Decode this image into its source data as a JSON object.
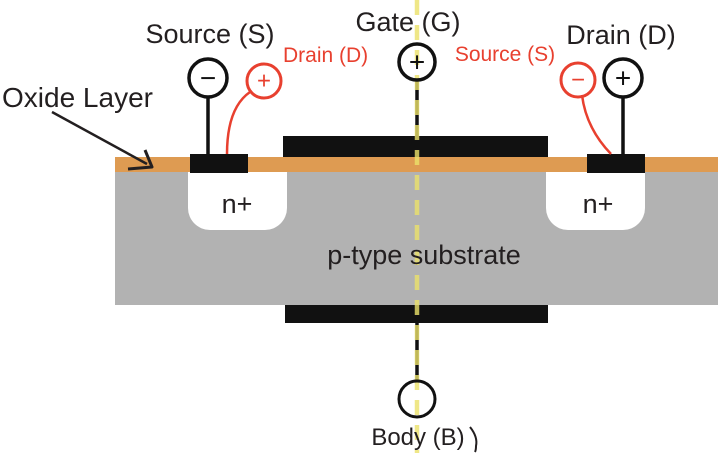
{
  "diagram": {
    "description": "n-channel MOSFET cross-section with swapped source/drain polarity annotation",
    "labels": {
      "gate": "Gate (G)",
      "source": "Source (S)",
      "drain": "Drain (D)",
      "swapped_drain": "Drain (D)",
      "swapped_source": "Source (S)",
      "oxide_layer": "Oxide Layer",
      "n_plus_left": "n+",
      "n_plus_right": "n+",
      "substrate": "p-type substrate",
      "body": "Body (B)"
    },
    "terminals": {
      "gate_sign": "+",
      "source_sign": "−",
      "drain_sign": "+",
      "swapped_drain_sign": "+",
      "swapped_source_sign": "−"
    },
    "colors": {
      "oxide": "#DE9B52",
      "substrate": "#B2B2B2",
      "electrode": "#111111",
      "accent_red": "#E8402F",
      "axis_yellow": "#ECE26A",
      "text": "#231F20"
    }
  }
}
